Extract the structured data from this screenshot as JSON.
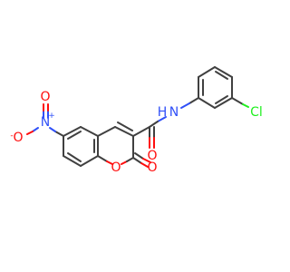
{
  "atoms": {
    "N_amide": {
      "label": "N",
      "color": "#3050f8"
    },
    "H_amide": {
      "label": "H",
      "color": "#3050f8"
    },
    "Cl": {
      "label": "Cl",
      "color": "#1ff01f"
    },
    "O_amide": {
      "label": "O",
      "color": "#ff0d0d"
    },
    "O_ring": {
      "label": "O",
      "color": "#ff0d0d"
    },
    "O_lactone": {
      "label": "O",
      "color": "#ff0d0d"
    },
    "N_nitro": {
      "label": "N",
      "color": "#3050f8",
      "charge": "+"
    },
    "O_nitro_top": {
      "label": "O",
      "color": "#ff0d0d"
    },
    "O_nitro_left": {
      "label": "O",
      "color": "#ff0d0d",
      "charge": "-"
    }
  }
}
